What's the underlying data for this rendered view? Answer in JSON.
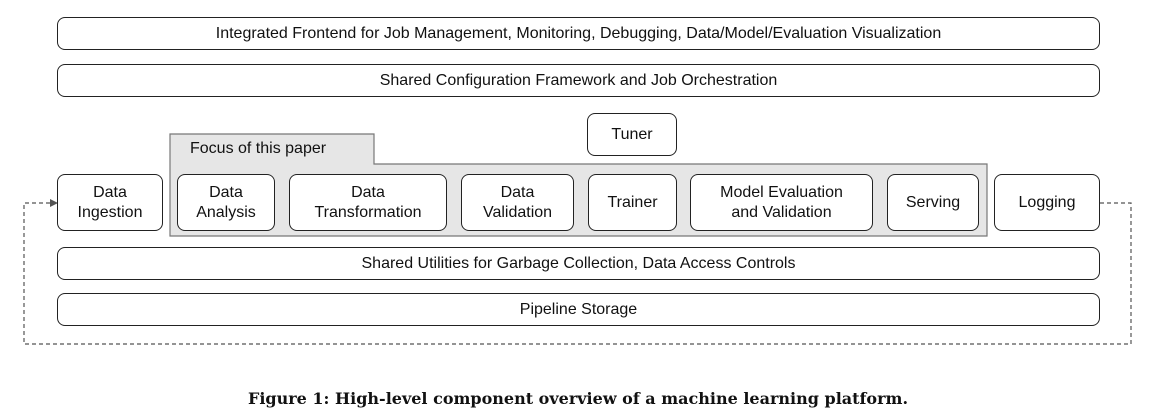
{
  "bars": {
    "frontend": "Integrated Frontend for Job Management, Monitoring, Debugging, Data/Model/Evaluation Visualization",
    "config": "Shared Configuration Framework and Job Orchestration",
    "utilities": "Shared Utilities for Garbage Collection, Data Access Controls",
    "storage": "Pipeline Storage"
  },
  "focus_label": "Focus of this paper",
  "tuner": "Tuner",
  "components": {
    "ingestion": [
      "Data",
      "Ingestion"
    ],
    "analysis": [
      "Data",
      "Analysis"
    ],
    "transformation": [
      "Data",
      "Transformation"
    ],
    "validation": [
      "Data",
      "Validation"
    ],
    "trainer": "Trainer",
    "model_eval": [
      "Model Evaluation",
      "and Validation"
    ],
    "serving": "Serving",
    "logging": "Logging"
  },
  "caption": "Figure 1: High-level component overview of a machine learning platform."
}
